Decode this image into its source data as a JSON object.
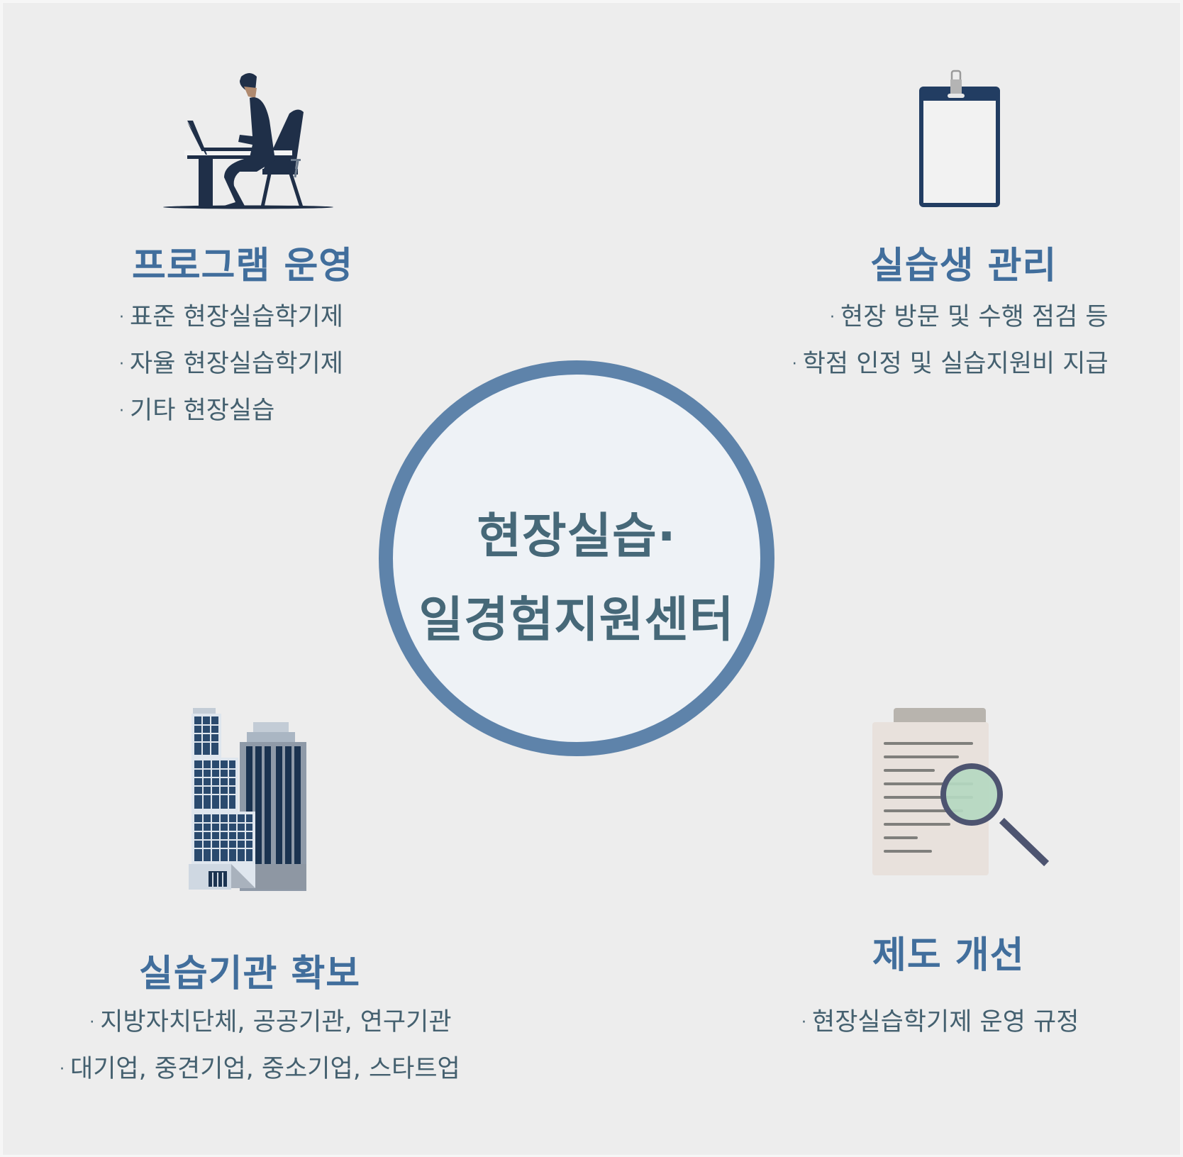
{
  "center": {
    "line1": "현장실습·",
    "line2": "일경험지원센터"
  },
  "quadrants": {
    "top_left": {
      "icon": "person-at-laptop-icon",
      "title": "프로그램 운영",
      "items": [
        "표준 현장실습학기제",
        "자율 현장실습학기제",
        "기타 현장실습"
      ]
    },
    "top_right": {
      "icon": "clipboard-icon",
      "title": "실습생 관리",
      "items": [
        "현장 방문 및 수행 점검 등",
        "학점 인정 및 실습지원비 지급"
      ]
    },
    "bottom_left": {
      "icon": "office-buildings-icon",
      "title": "실습기관 확보",
      "items": [
        "지방자치단체, 공공기관, 연구기관",
        "대기업, 중견기업, 중소기업, 스타트업"
      ]
    },
    "bottom_right": {
      "icon": "document-magnifier-icon",
      "title": "제도 개선",
      "items": [
        "현장실습학기제 운영 규정"
      ]
    }
  },
  "bullet_symbol": "·",
  "colors": {
    "background": "#ededed",
    "title": "#416e9c",
    "body_text": "#44606f",
    "circle_ring": "#5e83aa",
    "circle_fill": "#eef2f6",
    "center_text": "#466878",
    "icon_navy": "#1f3350"
  }
}
